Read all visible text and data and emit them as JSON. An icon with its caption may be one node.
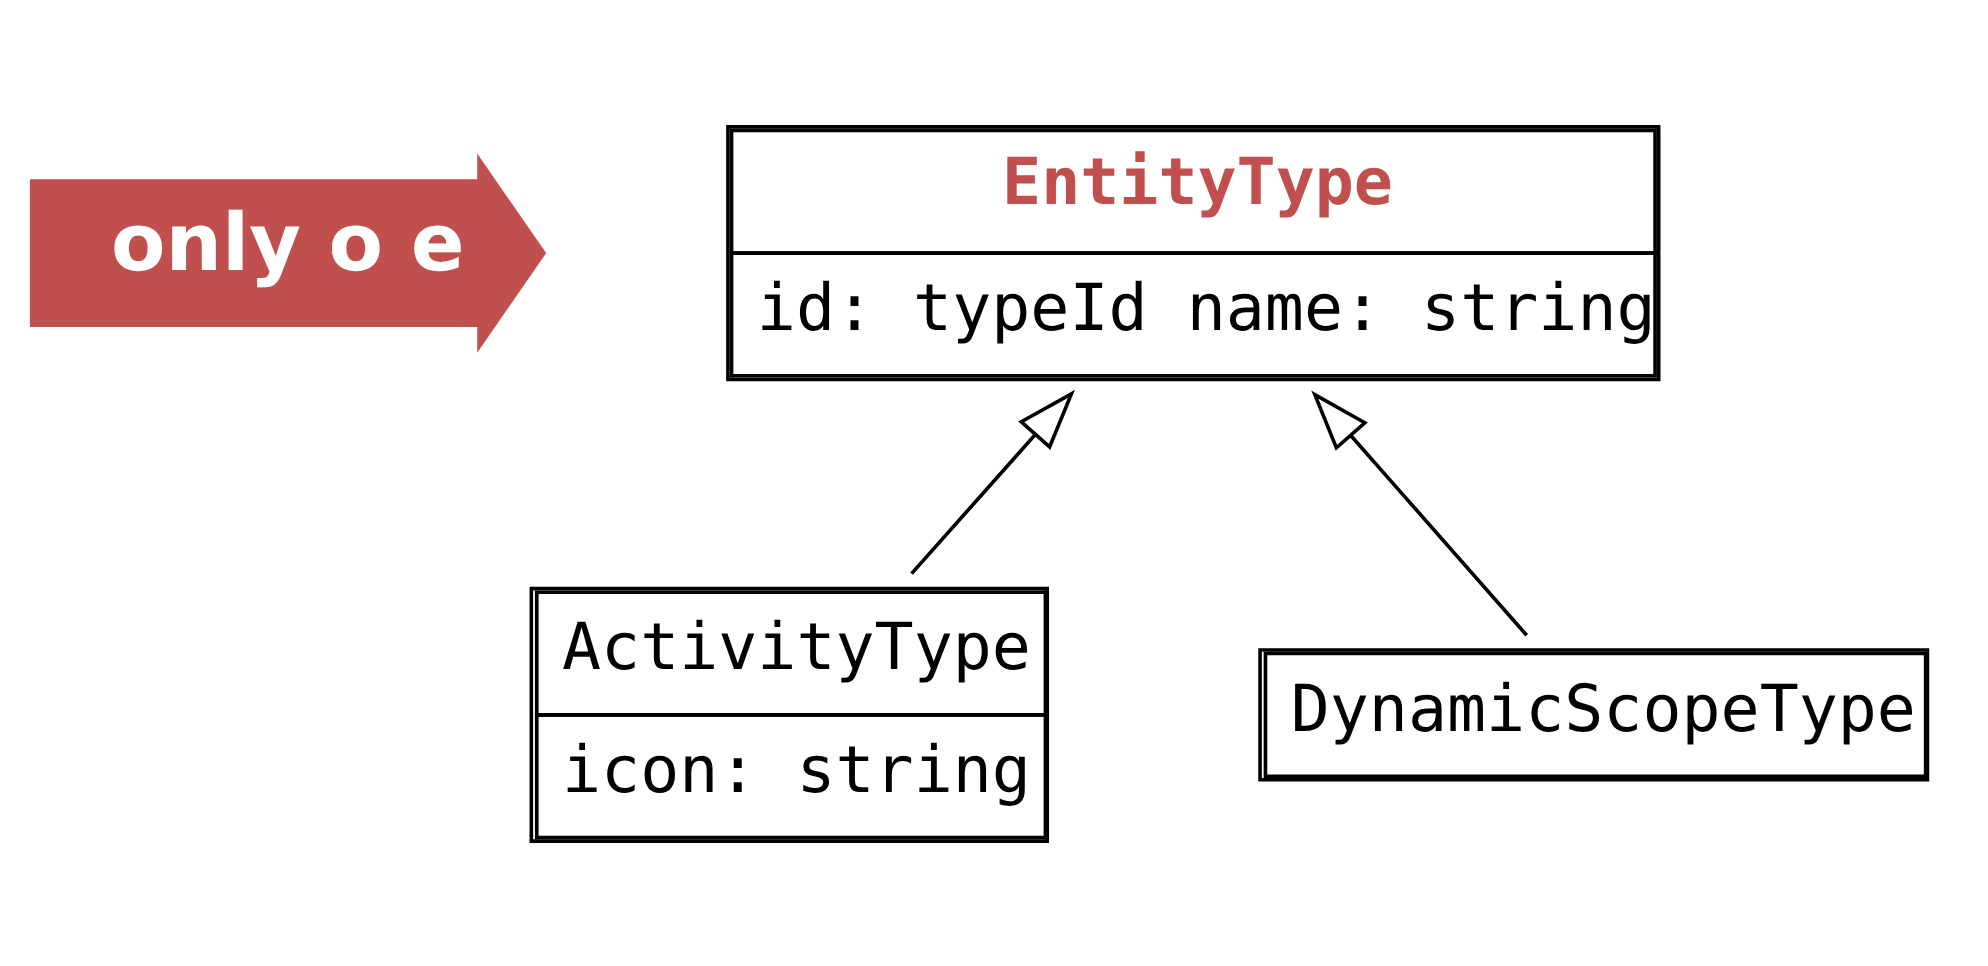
{
  "diagram": {
    "nodes": [
      {
        "text": [
          "only o e"
        ]
      },
      {
        "text": [
          "EntityType",
          "id: typeId name: string"
        ]
      },
      {
        "text": [
          "ActivityType",
          "icon: string"
        ]
      },
      {
        "text": [
          "DynamicScopeType"
        ]
      }
    ],
    "edges": [
      {
        "from": 2,
        "to": 1,
        "arrow": "to"
      },
      {
        "from": 3,
        "to": 1,
        "arrow": "to"
      }
    ]
  }
}
